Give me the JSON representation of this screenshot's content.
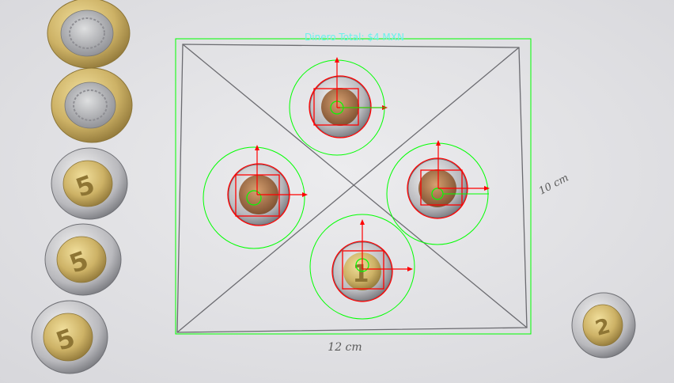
{
  "overlay": {
    "total_label": "Dinero Total: $4 MXN",
    "overlay_color": "#00ff00",
    "contour_color": "#ff0000",
    "text_color": "#6cf2ec"
  },
  "paper": {
    "width_label": "12 cm",
    "height_label": "10 cm"
  },
  "coins": {
    "five_peso_digit": "5",
    "two_peso_digit": "2",
    "one_peso_digit": "1"
  }
}
